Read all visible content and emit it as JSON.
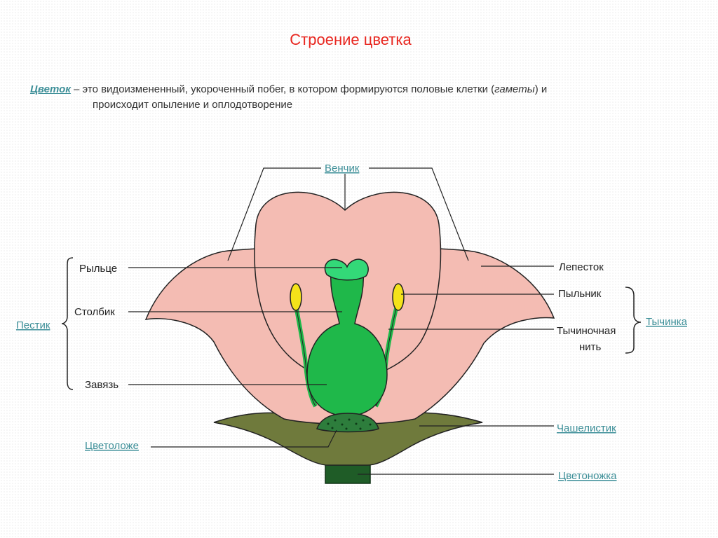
{
  "title": "Строение цветка",
  "definition": {
    "term": "Цветок",
    "text_before": " – это видоизмененный, укороченный побег, в котором формируются половые клетки (",
    "gametes": "гаметы",
    "text_after": ") и",
    "line2": "происходит опыление и оплодотворение"
  },
  "labels": {
    "corolla": "Венчик",
    "stigma": "Рыльце",
    "style": "Столбик",
    "ovary": "Завязь",
    "pistil": "Пестик",
    "petal": "Лепесток",
    "anther": "Пыльник",
    "filament_line1": "Тычиночная",
    "filament_line2": "нить",
    "stamen": "Тычинка",
    "sepal": "Чашелистик",
    "receptacle": "Цветоложе",
    "pedicel": "Цветоножка"
  },
  "colors": {
    "title": "#e8261f",
    "link": "#3d8f98",
    "petal": "#f4bcb3",
    "petal_outline": "#222222",
    "pistil_green": "#1fb84a",
    "stigma_green": "#33d978",
    "stamen_yellow": "#f4e31a",
    "sepal_olive": "#6f7a3c",
    "receptacle_green": "#2d7d3c",
    "pedicel_green": "#1f5c27"
  }
}
